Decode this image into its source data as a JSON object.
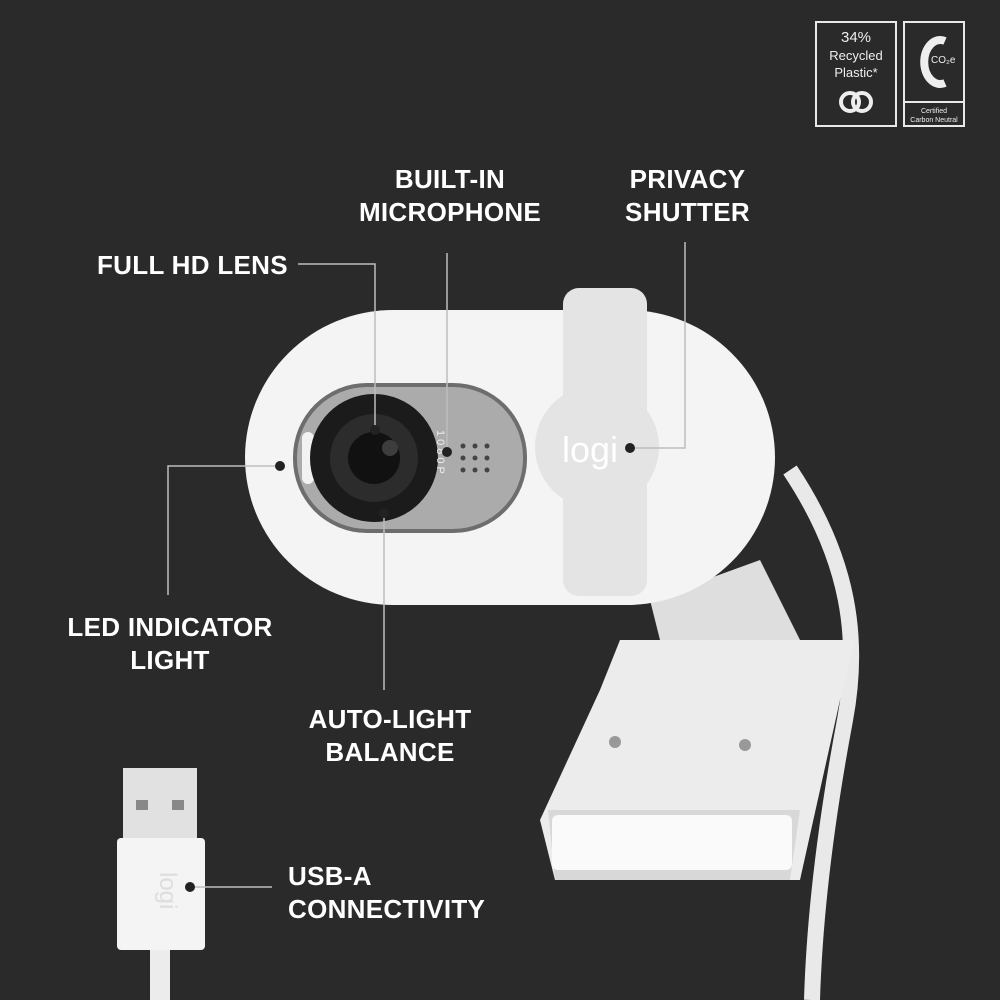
{
  "callouts": {
    "full_hd_lens": "FULL HD LENS",
    "microphone": [
      "BUILT-IN",
      "MICROPHONE"
    ],
    "privacy_shutter": [
      "PRIVACY",
      "SHUTTER"
    ],
    "led_indicator": [
      "LED INDICATOR",
      "LIGHT"
    ],
    "auto_light": [
      "AUTO-LIGHT",
      "BALANCE"
    ],
    "usb": [
      "USB-A",
      "CONNECTIVITY"
    ]
  },
  "badges": {
    "recycled": [
      "34%",
      "Recycled",
      "Plastic*"
    ],
    "carbon_symbol": "CO₂e",
    "carbon_caption": [
      "Certified",
      "Carbon Neutral"
    ]
  },
  "product": {
    "brand_logo": "logi",
    "resolution_mark": "1080P"
  },
  "colors": {
    "background": "#2a2a2a",
    "body": "#f3f3f3",
    "accent": "#ffffff"
  }
}
